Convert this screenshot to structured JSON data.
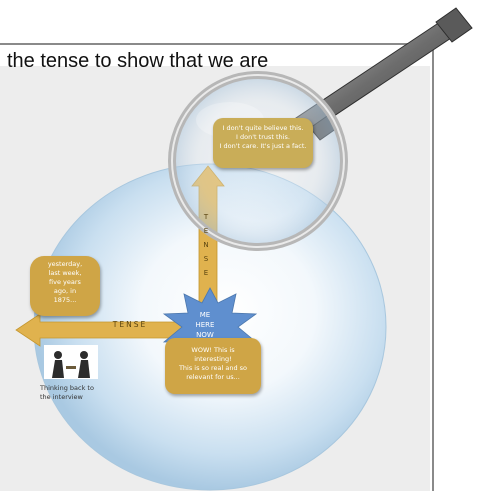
{
  "header": {
    "text": "the tense to show that we are"
  },
  "diagram": {
    "future_bubble": [
      "I don't quite believe this.",
      "I don't trust this.",
      "I don't care. It's just a fact."
    ],
    "past_bubble": [
      "yesterday,",
      "last week,",
      "five years",
      "ago, in",
      "1875..."
    ],
    "present_bubble": [
      "WOW! This is",
      "interesting!",
      "This is so real and so",
      "relevant for us..."
    ],
    "center_star": [
      "ME",
      "HERE",
      "NOW"
    ],
    "vertical_arrow_label": [
      "T",
      "E",
      "N",
      "S",
      "E"
    ],
    "horizontal_arrow_label": "TENSE",
    "thinking_caption": [
      "Thinking back to",
      "the interview"
    ]
  },
  "colors": {
    "bubble": "#cfa546",
    "arrow": "#e0b24e",
    "star": "#5f8fcf",
    "sphere_edge": "#b9d6ea"
  },
  "icons": {
    "magnifier": "magnifying-glass-icon"
  }
}
